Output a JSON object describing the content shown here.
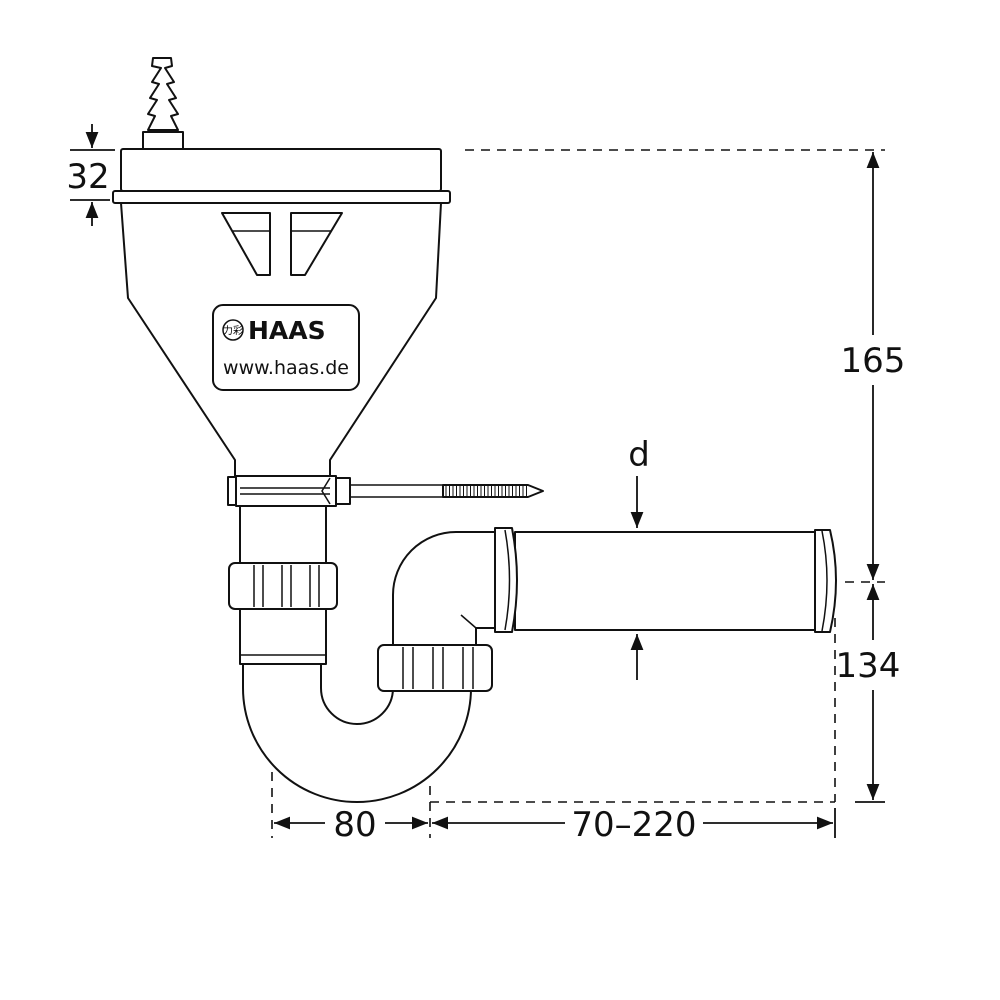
{
  "logo": {
    "brand": "HAAS",
    "url": "www.haas.de",
    "emblem_text": "力彩"
  },
  "dimensions": {
    "lid_height": "32",
    "total_height": "165",
    "outlet_height": "134",
    "trap_width": "80",
    "outlet_length": "70–220",
    "pipe_diameter": "d"
  },
  "colors": {
    "line": "#111111",
    "background": "#ffffff"
  }
}
